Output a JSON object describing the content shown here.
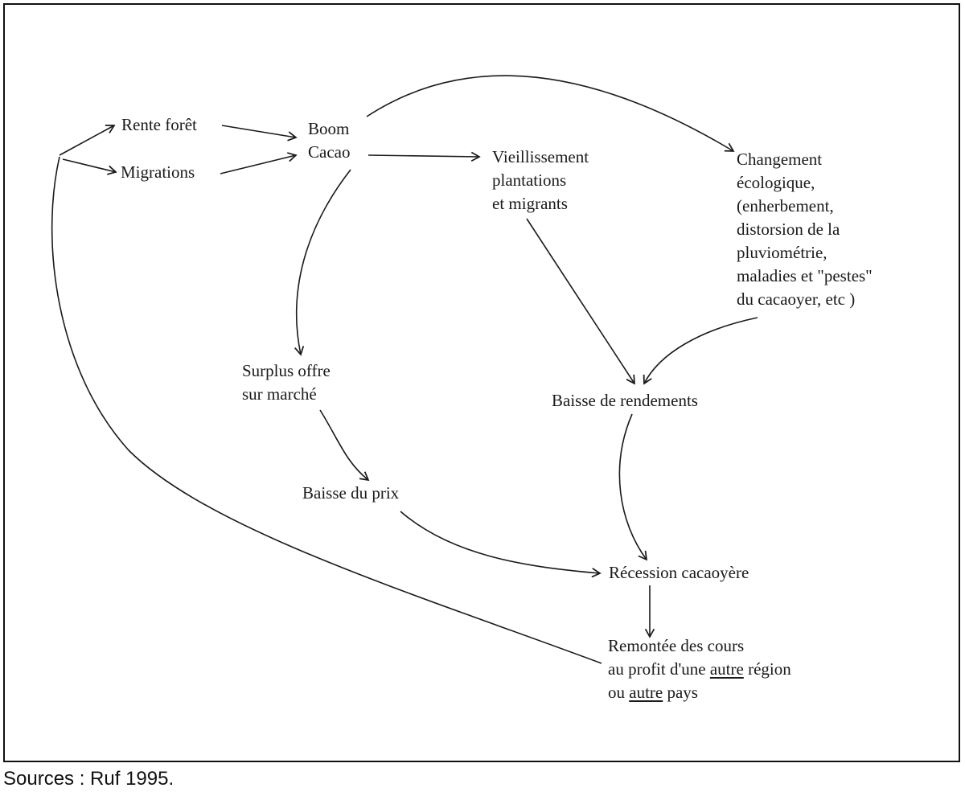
{
  "diagram": {
    "nodes": {
      "rente_foret": [
        "Rente forêt"
      ],
      "migrations": [
        "Migrations"
      ],
      "boom_cacao": [
        "Boom",
        "Cacao"
      ],
      "vieillissement": [
        "Vieillissement",
        "plantations",
        "et migrants"
      ],
      "changement": [
        "Changement",
        "écologique,",
        "(enherbement,",
        "distorsion de la",
        "pluviométrie,",
        "maladies et \"pestes\"",
        "du cacaoyer, etc )"
      ],
      "surplus": [
        "Surplus offre",
        "sur marché"
      ],
      "baisse_prix": [
        "Baisse du prix"
      ],
      "baisse_rendements": [
        "Baisse de rendements"
      ],
      "recession": [
        "Récession cacaoyère"
      ],
      "remontee": {
        "line1": "Remontée des cours",
        "line2_pre": "au profit d'une ",
        "line2_u": "autre",
        "line2_post": " région",
        "line3_pre": "ou ",
        "line3_u": "autre",
        "line3_post": " pays"
      }
    },
    "edges": [
      {
        "from": "remontee",
        "to": "rente_foret"
      },
      {
        "from": "remontee",
        "to": "migrations"
      },
      {
        "from": "rente_foret",
        "to": "boom_cacao"
      },
      {
        "from": "migrations",
        "to": "boom_cacao"
      },
      {
        "from": "boom_cacao",
        "to": "vieillissement"
      },
      {
        "from": "boom_cacao",
        "to": "changement"
      },
      {
        "from": "boom_cacao",
        "to": "surplus"
      },
      {
        "from": "vieillissement",
        "to": "baisse_rendements"
      },
      {
        "from": "changement",
        "to": "baisse_rendements"
      },
      {
        "from": "surplus",
        "to": "baisse_prix"
      },
      {
        "from": "baisse_prix",
        "to": "recession"
      },
      {
        "from": "baisse_rendements",
        "to": "recession"
      },
      {
        "from": "recession",
        "to": "remontee"
      }
    ]
  },
  "source": "Sources : Ruf 1995."
}
